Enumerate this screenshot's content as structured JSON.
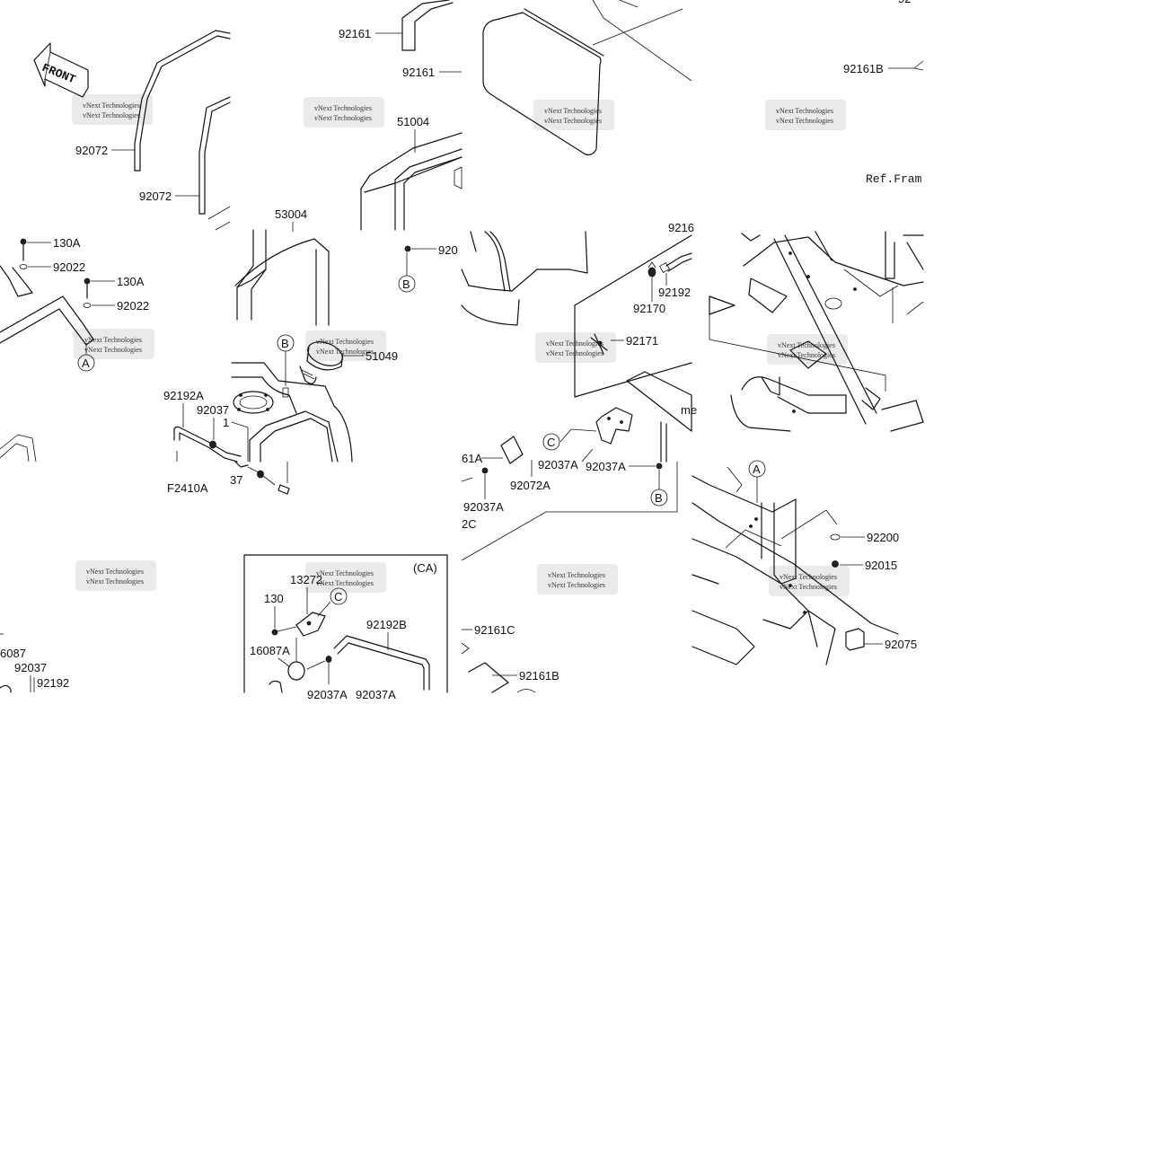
{
  "front_badge": "FRONT",
  "variant_tag": "(CA)",
  "ref_text": "Ref.Fram",
  "frame_fragment": "me",
  "watermark": "vNext Technologies",
  "callouts": {
    "A": "A",
    "B": "B",
    "C": "C"
  },
  "labels": {
    "p92161_top": "92161",
    "p92161_mid": "92161",
    "p51004": "51004",
    "p92072_a": "92072",
    "p92072_b": "92072",
    "p92161B_top": "92161B",
    "p130A_a": "130A",
    "p92022_a": "92022",
    "p130A_b": "130A",
    "p92022_b": "92022",
    "p53004": "53004",
    "p92037_cut": "920",
    "p51049": "51049",
    "p92192A": "92192A",
    "p92037": "92037",
    "p37_cut": "37",
    "pF2410A": "F2410A",
    "p1_cut": "1",
    "p92170": "92170",
    "p92192": "92192",
    "p9216_cut": "9216",
    "p92171": "92171",
    "p92037A_a": "92037A",
    "p92037A_b": "92037A",
    "p92072A": "92072A",
    "p61A_cut": "61A",
    "p92037A_c": "92037A",
    "p2C_cut": "2C",
    "p92200": "92200",
    "p92015": "92015",
    "p92075": "92075",
    "p13272": "13272",
    "p130": "130",
    "p92192B": "92192B",
    "p16087A": "16087A",
    "p92037A_ca": "92037A",
    "p92037A_ca2": "92037A",
    "p16087_cut": "6087",
    "p92037_ll": "92037",
    "p92192_ll": "92192",
    "p92161C": "92161C",
    "p92161B_bot": "92161B",
    "p92_cut": "92"
  }
}
